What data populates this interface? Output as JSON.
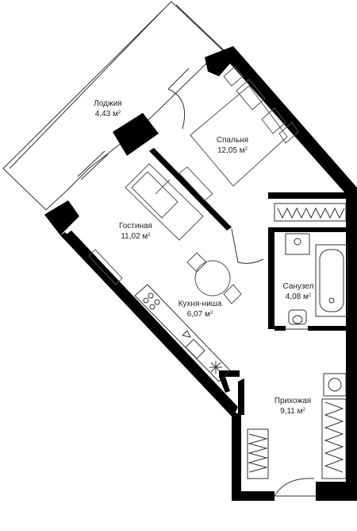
{
  "rooms": {
    "loggia": {
      "name": "Лоджия",
      "area": "4,43 м",
      "unit_sup": "2"
    },
    "bedroom": {
      "name": "Спальня",
      "area": "12,05 м",
      "unit_sup": "2"
    },
    "living": {
      "name": "Гостиная",
      "area": "11,02 м",
      "unit_sup": "2"
    },
    "kitchen": {
      "name": "Кухня-ниша",
      "area": "6,07 м",
      "unit_sup": "2"
    },
    "bathroom": {
      "name": "Санузел",
      "area": "4,08 м",
      "unit_sup": "2"
    },
    "hallway": {
      "name": "Прихожая",
      "area": "9,11 м",
      "unit_sup": "2"
    }
  },
  "colors": {
    "wall": "#000000",
    "line": "#333333",
    "fixture": "#555555"
  }
}
